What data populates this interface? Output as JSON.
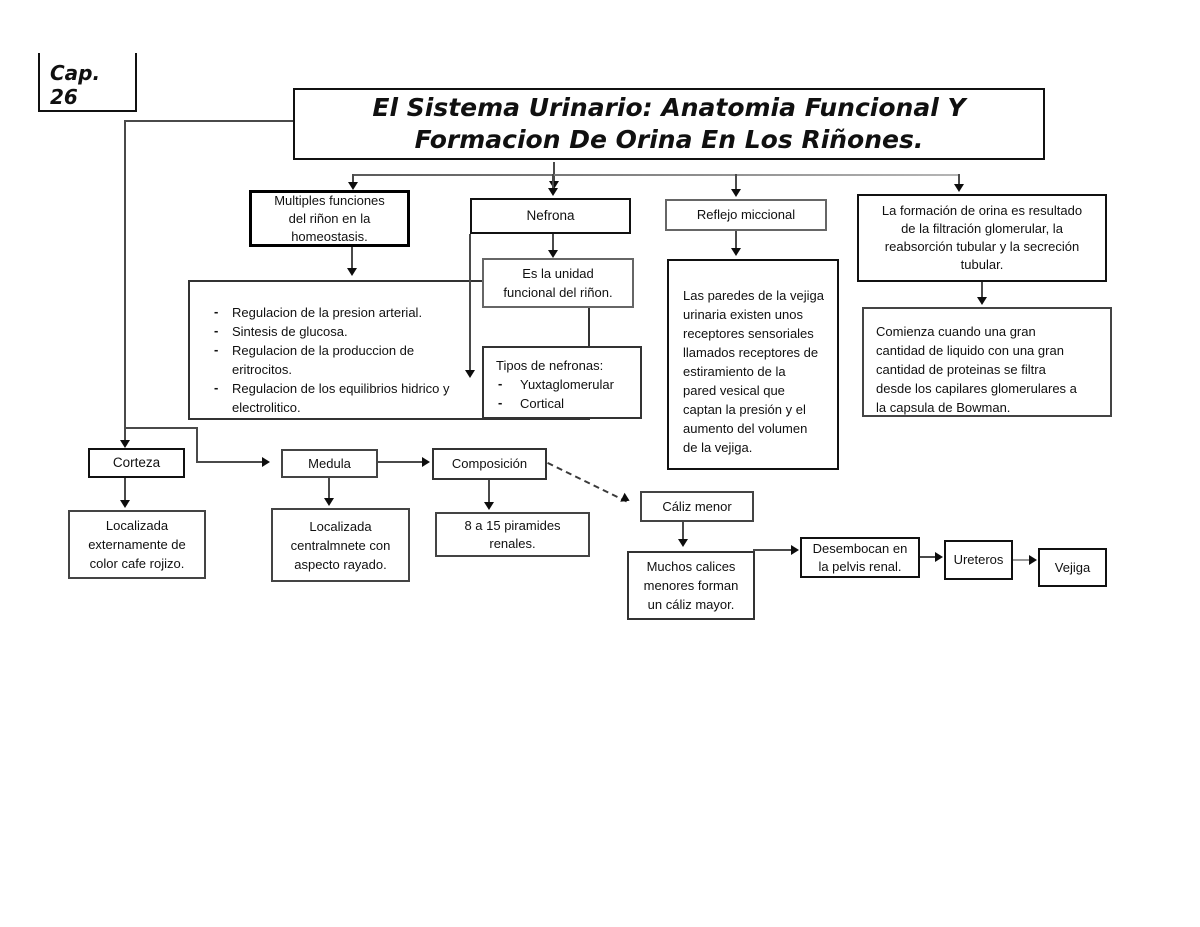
{
  "page": {
    "chapter": {
      "line1": "Cap.",
      "line2": "26"
    },
    "title": {
      "lines": [
        "El Sistema Urinario: Anatomia Funcional Y",
        "Formacion De Orina En Los Riñones."
      ]
    }
  },
  "branches": {
    "multiples": {
      "lines": [
        "Multiples funciones",
        "del riñon en la",
        "homeostasis."
      ]
    },
    "funciones": {
      "items": [
        "Regulacion de la presion arterial.",
        "Sintesis de glucosa.",
        "Regulacion de la produccion de eritrocitos.",
        "Regulacion de los equilibrios hidrico y electrolitico."
      ]
    },
    "nefrona": {
      "label": "Nefrona"
    },
    "es_unidad": {
      "lines": [
        "Es la unidad",
        "funcional del riñon."
      ]
    },
    "tipos": {
      "title": "Tipos de nefronas:",
      "items": [
        "Yuxtaglomerular",
        "Cortical"
      ]
    },
    "reflejo": {
      "label": "Reflejo miccional"
    },
    "paredes": {
      "lines": [
        "Las paredes de la vejiga",
        "urinaria existen unos",
        "receptores sensoriales",
        "llamados receptores de",
        "estiramiento de la",
        "pared vesical que",
        "captan la presión y el",
        "aumento del volumen",
        "de la vejiga."
      ]
    },
    "formacion": {
      "lines": [
        "La formación de orina es resultado",
        "de la filtración glomerular, la",
        "reabsorción tubular y la secreción",
        "tubular."
      ]
    },
    "comienza": {
      "lines": [
        "Comienza cuando una gran",
        "cantidad de liquido con una gran",
        "cantidad de proteinas se filtra",
        "desde los capilares glomerulares a",
        "la capsula de Bowman."
      ]
    }
  },
  "anatomy": {
    "corteza": {
      "label": "Corteza"
    },
    "corteza_desc": {
      "lines": [
        "Localizada",
        "externamente de",
        "color cafe rojizo."
      ]
    },
    "medula": {
      "label": "Medula"
    },
    "medula_desc": {
      "lines": [
        "Localizada",
        "centralmnete con",
        "aspecto rayado."
      ]
    },
    "composicion": {
      "label": "Composición"
    },
    "composicion_desc": {
      "lines": [
        "8 a 15 piramides",
        "renales."
      ]
    },
    "caliz_menor": {
      "label": "Cáliz menor"
    },
    "caliz_desc": {
      "lines": [
        "Muchos calices",
        "menores forman",
        "un cáliz mayor."
      ]
    },
    "desembocan": {
      "lines": [
        "Desembocan en",
        "la pelvis renal."
      ]
    },
    "ureteros": {
      "label": "Ureteros"
    },
    "vejiga": {
      "label": "Vejiga"
    }
  }
}
